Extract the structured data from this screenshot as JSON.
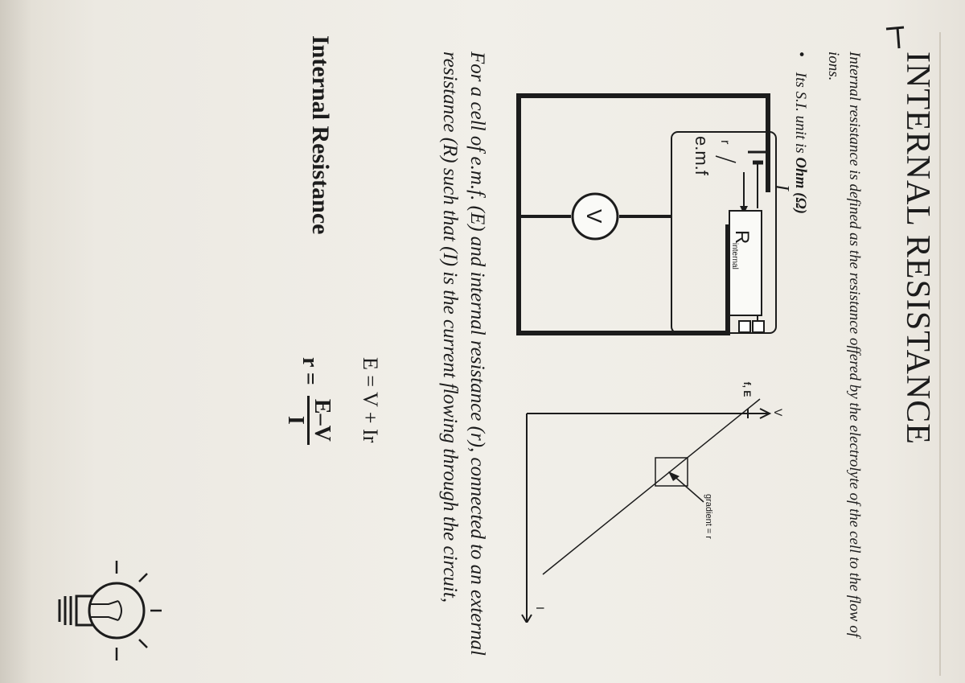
{
  "document": {
    "title": "INTERNAL RESISTANCE",
    "definition": "Internal resistance is defined as the resistance offered by the electrolyte of the cell to the flow of ions.",
    "unit_prefix": "Its S.I. unit is",
    "unit_value": "Ohm (Ω)",
    "paragraph": "For a cell of e.m.f. (E) and internal resistance (r), connected to an external resistance (R) such that (I) is the current flowing through the circuit,",
    "equation_1": "E = V + Ir",
    "equation_2_label": "Internal Resistance",
    "equation_2_lhs": "r =",
    "equation_2_numerator": "E–V",
    "equation_2_denominator": "I"
  },
  "circuit_diagram": {
    "current_label": "I",
    "emf_label": "e.m.f",
    "r_label": "r",
    "resistor_label": "R",
    "resistor_subscript": "internal",
    "voltmeter_label": "V"
  },
  "graph": {
    "y_axis_label": "V",
    "x_axis_label": "I",
    "intercept_label": "Emf, E",
    "gradient_label": "gradient = r"
  },
  "colors": {
    "ink": "#1c1c1c",
    "paper": "#f1efe9"
  }
}
